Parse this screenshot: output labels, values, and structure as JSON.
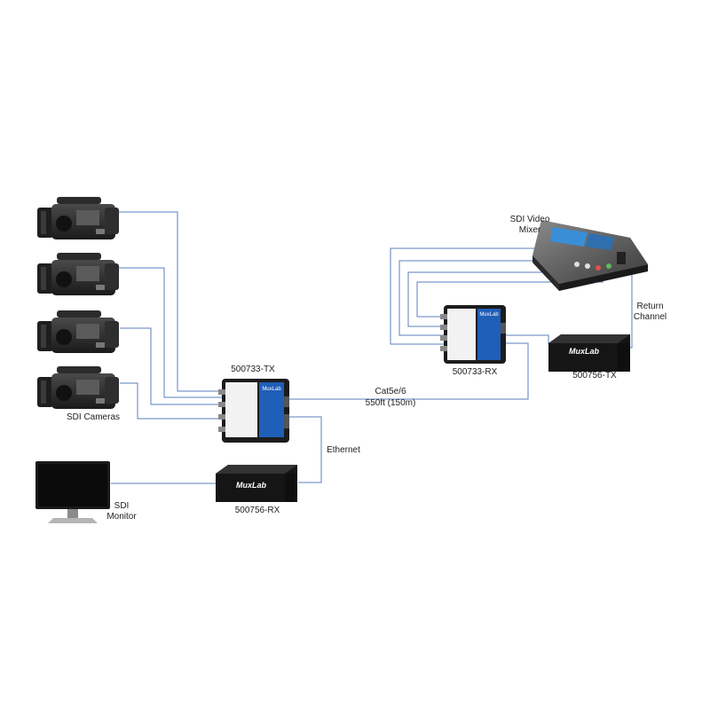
{
  "labels": {
    "cameras": "SDI Cameras",
    "tx_extender": "500733-TX",
    "rx_extender": "500733-RX",
    "video_mixer": "SDI Video Mixer",
    "return_channel": "Return Channel",
    "ethernet_tx": "500756-TX",
    "ethernet_rx": "500756-RX",
    "ethernet": "Ethernet",
    "cable_type": "Cat5e/6",
    "cable_length": "550ft (150m)",
    "monitor": "SDI Monitor"
  },
  "brand": "MuxLab",
  "colors": {
    "connection_line": "#5b7fc0",
    "device_body": "#1c1c1c",
    "device_accent": "#1f5fb8",
    "device_face": "#f2f2f2"
  },
  "icons": {
    "camera": "camcorder-icon",
    "monitor": "monitor-icon",
    "mixer": "video-mixer-icon",
    "extender": "sdi-extender-icon",
    "ethernet_box": "ethernet-extender-icon"
  }
}
